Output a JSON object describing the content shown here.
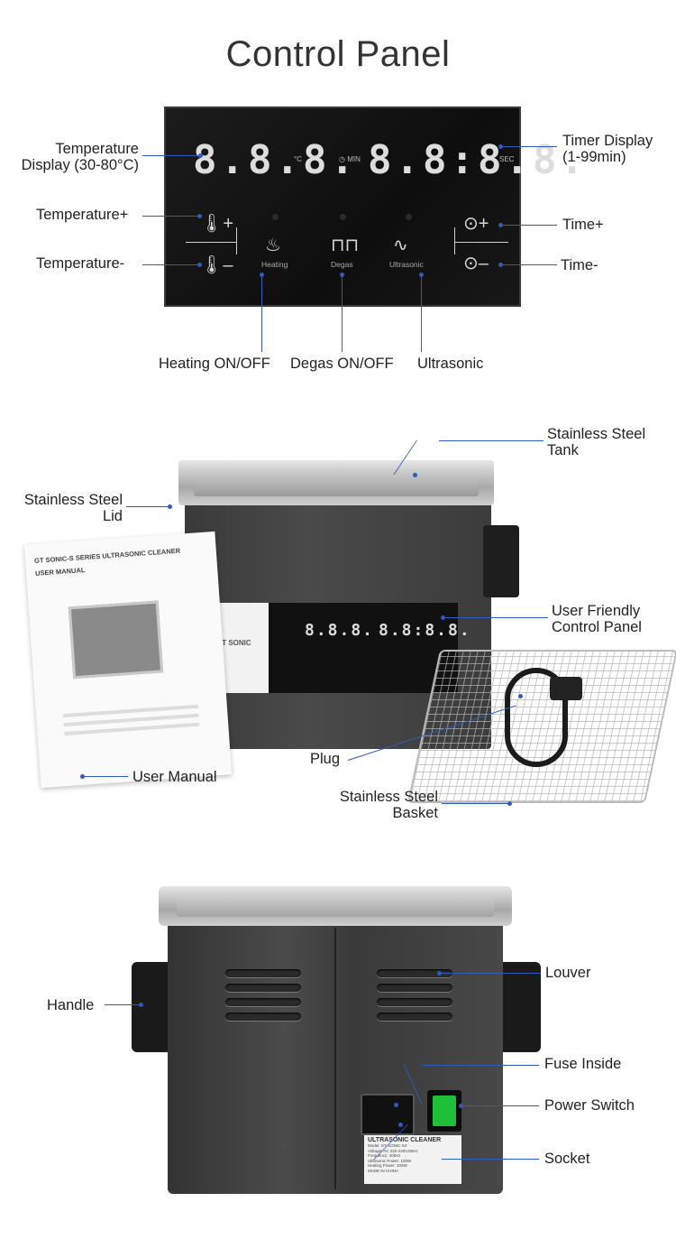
{
  "title": "Control Panel",
  "panel_labels": {
    "temperature_display": [
      "Temperature",
      "Display (30-80°C)"
    ],
    "timer_display": [
      "Timer Display",
      "(1-99min)"
    ],
    "temperature_plus": "Temperature+",
    "temperature_minus": "Temperature-",
    "time_plus": "Time+",
    "time_minus": "Time-",
    "heating": "Heating ON/OFF",
    "degas": "Degas ON/OFF",
    "ultrasonic": "Ultrasonic"
  },
  "panel_readouts": {
    "temp_digits": "8.8.8.",
    "temp_unit": "°C",
    "min_label": "MIN",
    "timer_digits": "8.8:8.8.",
    "sec_label": "SEC",
    "btn_heating": "Heating",
    "btn_degas": "Degas",
    "btn_ultrasonic": "Ultrasonic"
  },
  "product_labels": {
    "tank": [
      "Stainless Steel",
      "Tank"
    ],
    "lid": [
      "Stainless Steel",
      "Lid"
    ],
    "control": [
      "User Friendly",
      "Control Panel"
    ],
    "plug": "Plug",
    "manual": "User Manual",
    "basket": [
      "Stainless Steel",
      "Basket"
    ]
  },
  "manual_text": {
    "heading": "GT SONIC-S SERIES ULTRASONIC CLEANER",
    "sub": "USER MANUAL"
  },
  "brand": "GT SONIC",
  "back_labels": {
    "louver": "Louver",
    "handle": "Handle",
    "fuse": "Fuse Inside",
    "switch": "Power Switch",
    "socket": "Socket"
  },
  "nameplate": {
    "title": "ULTRASONIC CLEANER",
    "lines": [
      "Model: GT SONIC-S3",
      "Voltage: AC 220-240V,50Hz",
      "Frequency: 40kHz",
      "Ultrasonic Power: 100W",
      "Heating Power: 100W",
      "MADE IN CHINA"
    ]
  },
  "colors": {
    "accent_line": "#2f5bbf",
    "switch_green": "#1fbf3a"
  }
}
